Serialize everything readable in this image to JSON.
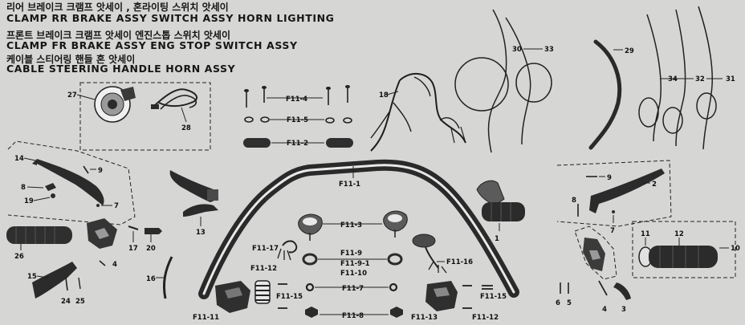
{
  "titles": [
    {
      "id": "t1",
      "text": "리어 브레이크 크램프 앗세이 , 혼라이팅 스위치 앗세이"
    },
    {
      "id": "t2",
      "text": "CLAMP RR BRAKE ASSY   SWITCH ASSY HORN LIGHTING"
    },
    {
      "id": "t3",
      "text": "프론트 브레이크 크램프 앗세이 엔진스톱 스위치 앗세이"
    },
    {
      "id": "t4",
      "text": "CLAMP FR BRAKE ASSY   ENG STOP SWITCH ASSY"
    },
    {
      "id": "t5",
      "text": "케이블      스티어링 핸들          혼 앗세이"
    },
    {
      "id": "t6",
      "text": "CABLE   STEERING HANDLE     HORN ASSY"
    }
  ],
  "callouts": {
    "c27": "27",
    "c28": "28",
    "c18": "18",
    "c30": "30",
    "c33": "33",
    "c29": "29",
    "c34": "34",
    "c32": "32",
    "c31": "31",
    "f11_4": "F11-4",
    "f11_5": "F11-5",
    "f11_2": "F11-2",
    "f11_1": "F11-1",
    "f11_3": "F11-3",
    "c14": "14",
    "c9a": "9",
    "c8a": "8",
    "c19": "19",
    "c7a": "7",
    "c13": "13",
    "c9b": "9",
    "c2": "2",
    "c8b": "8",
    "c7b": "7",
    "c26": "26",
    "c17": "17",
    "c20": "20",
    "c4a": "4",
    "c15": "15",
    "c24": "24",
    "c25": "25",
    "c16": "16",
    "c1": "1",
    "c11": "11",
    "c12": "12",
    "c10": "10",
    "c6": "6",
    "c5": "5",
    "c4b": "4",
    "c3": "3",
    "f11_17": "F11-17",
    "f11_9": "F11-9",
    "f11_9_1": "F11-9-1",
    "f11_10": "F11-10",
    "f11_16": "F11-16",
    "f11_12a": "F11-12",
    "f11_15a": "F11-15",
    "f11_7": "F11-7",
    "f11_15b": "F11-15",
    "f11_11": "F11-11",
    "f11_8": "F11-8",
    "f11_13": "F11-13",
    "f11_12b": "F11-12"
  },
  "colors": {
    "background": "#d6d6d4",
    "ink": "#151515",
    "part_dark": "#2a2a2a",
    "part_mid": "#6e6e6e",
    "part_light": "#f2f2f2"
  }
}
